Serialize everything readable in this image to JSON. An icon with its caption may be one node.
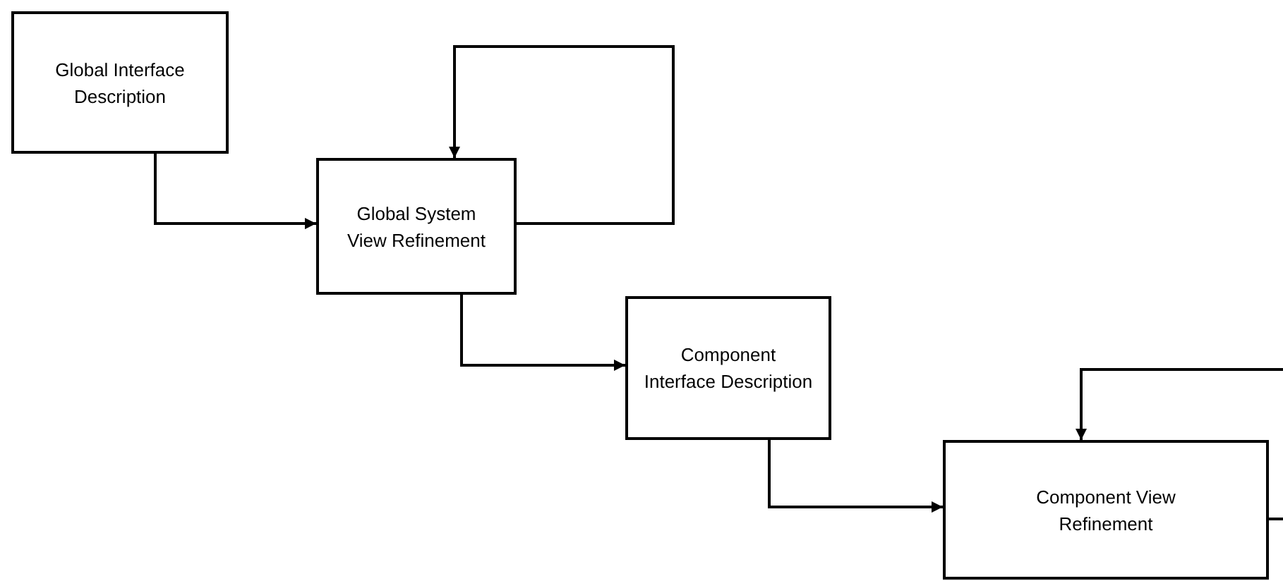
{
  "diagram": {
    "nodes": [
      {
        "text": [
          "Global Interface Description"
        ]
      },
      {
        "text": [
          "Global System View Refinement"
        ]
      },
      {
        "text": [
          "Component Interface Description"
        ]
      },
      {
        "text": [
          "Component View Refinement"
        ]
      }
    ],
    "edges": [
      {
        "from": 0,
        "to": 1,
        "arrow": "to"
      },
      {
        "from": 1,
        "to": 1,
        "arrow": "to"
      },
      {
        "from": 1,
        "to": 2,
        "arrow": "to"
      },
      {
        "from": 2,
        "to": 3,
        "arrow": "to"
      },
      {
        "from": 3,
        "to": null,
        "arrow": "none"
      },
      {
        "from": null,
        "to": 3,
        "arrow": "to"
      }
    ]
  }
}
